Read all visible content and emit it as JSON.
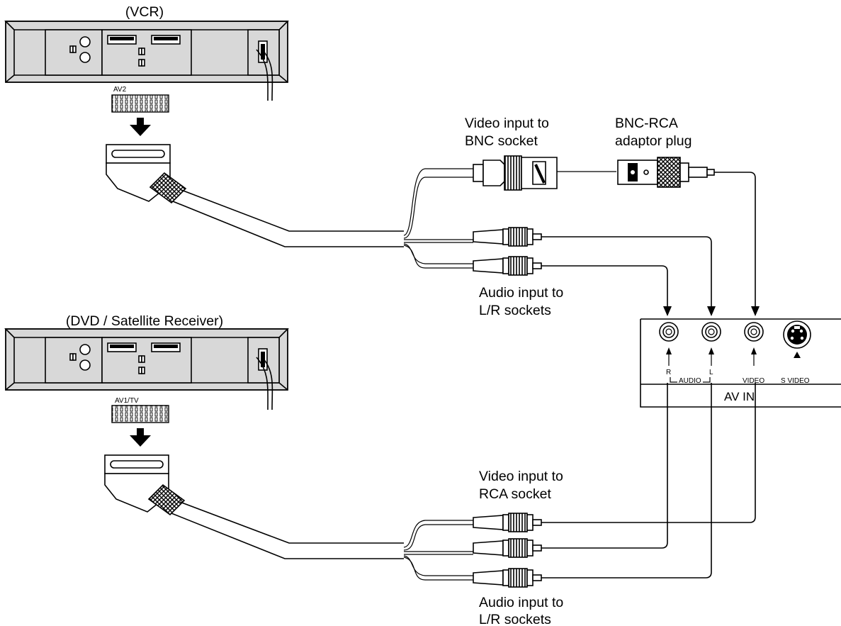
{
  "devices": {
    "vcr": {
      "title": "(VCR)",
      "scart_label": "AV2"
    },
    "dvd": {
      "title": "(DVD / Satellite Receiver)",
      "scart_label": "AV1/TV"
    }
  },
  "labels": {
    "video_bnc": [
      "Video input to",
      "BNC socket"
    ],
    "adaptor": [
      "BNC-RCA",
      "adaptor plug"
    ],
    "audio_top": [
      "Audio input to",
      "L/R sockets"
    ],
    "video_rca": [
      "Video input to",
      "RCA socket"
    ],
    "audio_bottom": [
      "Audio input to",
      "L/R sockets"
    ]
  },
  "panel": {
    "socket_r": "R",
    "socket_l": "L",
    "socket_video": "VIDEO",
    "socket_svideo": "S  VIDEO",
    "audio_group": "AUDIO",
    "title": "AV  IN"
  }
}
